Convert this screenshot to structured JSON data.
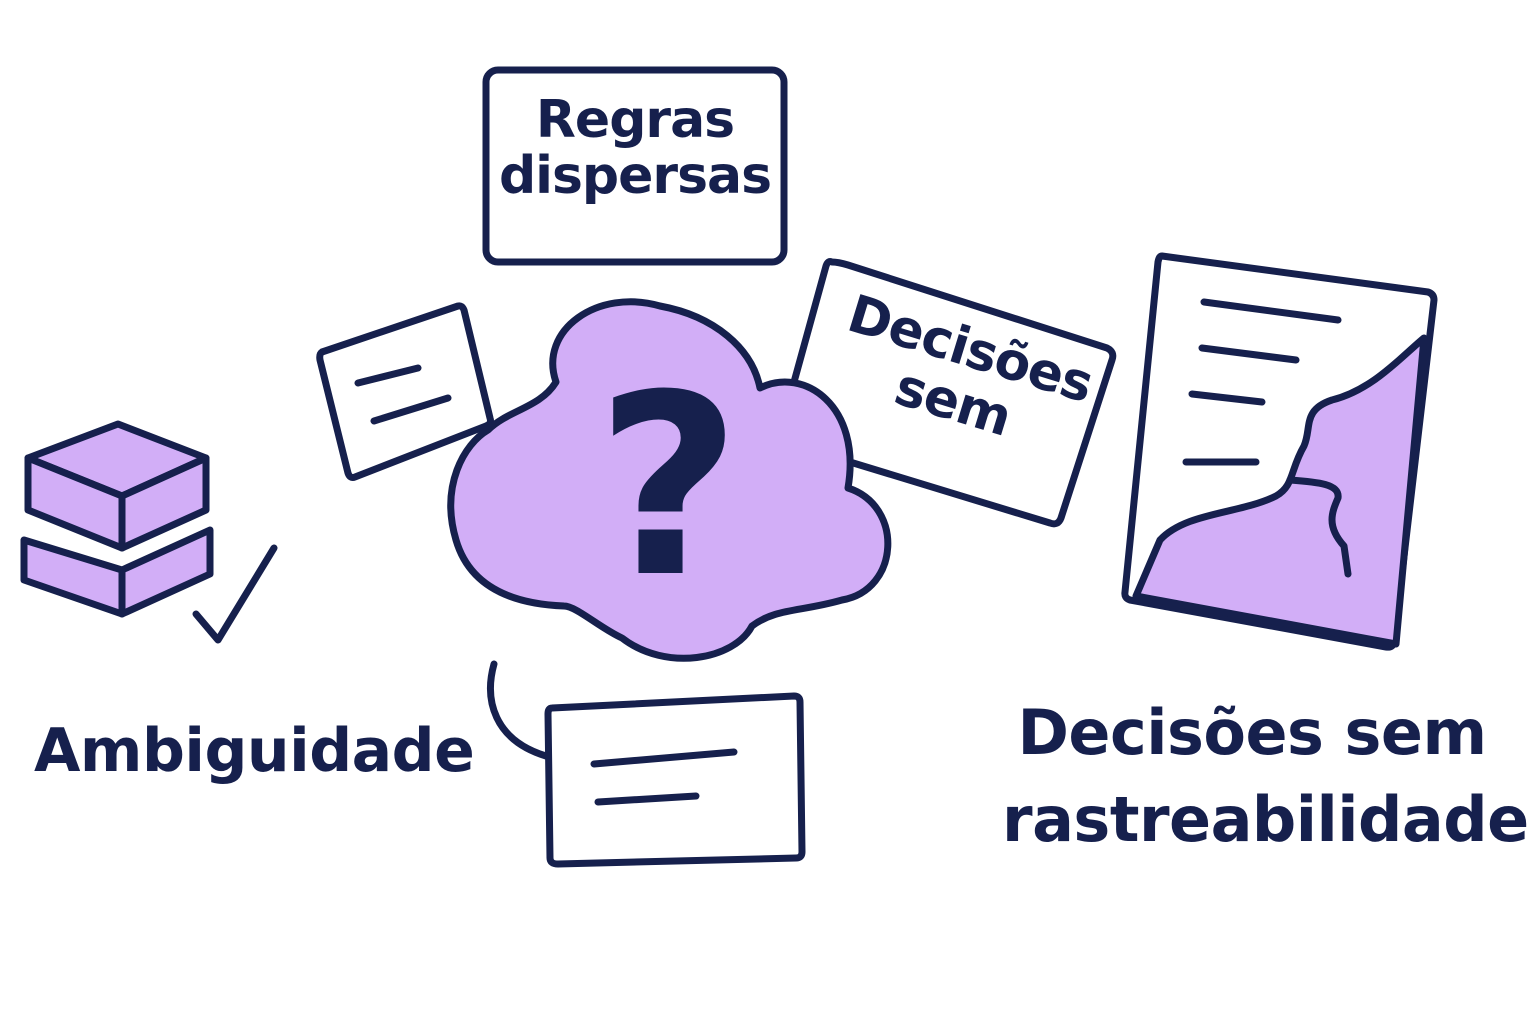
{
  "labels": {
    "ambiguity": "Ambiguidade",
    "no_traceability_line1": "Decisões sem",
    "no_traceability_line2": "rastreabilidade"
  },
  "cards": {
    "scattered_rules_line1": "Regras",
    "scattered_rules_line2": "dispersas",
    "tilted_decisions_line1": "Decisões",
    "tilted_decisions_line2": "sem"
  },
  "cloud": {
    "symbol": "?"
  },
  "icons": {
    "stack": "stacked-blocks-icon",
    "check": "checkmark-icon",
    "cloud": "question-cloud-icon",
    "document": "torn-document-icon",
    "note_small": "note-card-icon",
    "note_bottom": "note-card-icon"
  },
  "colors": {
    "ink": "#16204d",
    "fill": "#d2aef7",
    "background": "#ffffff"
  }
}
